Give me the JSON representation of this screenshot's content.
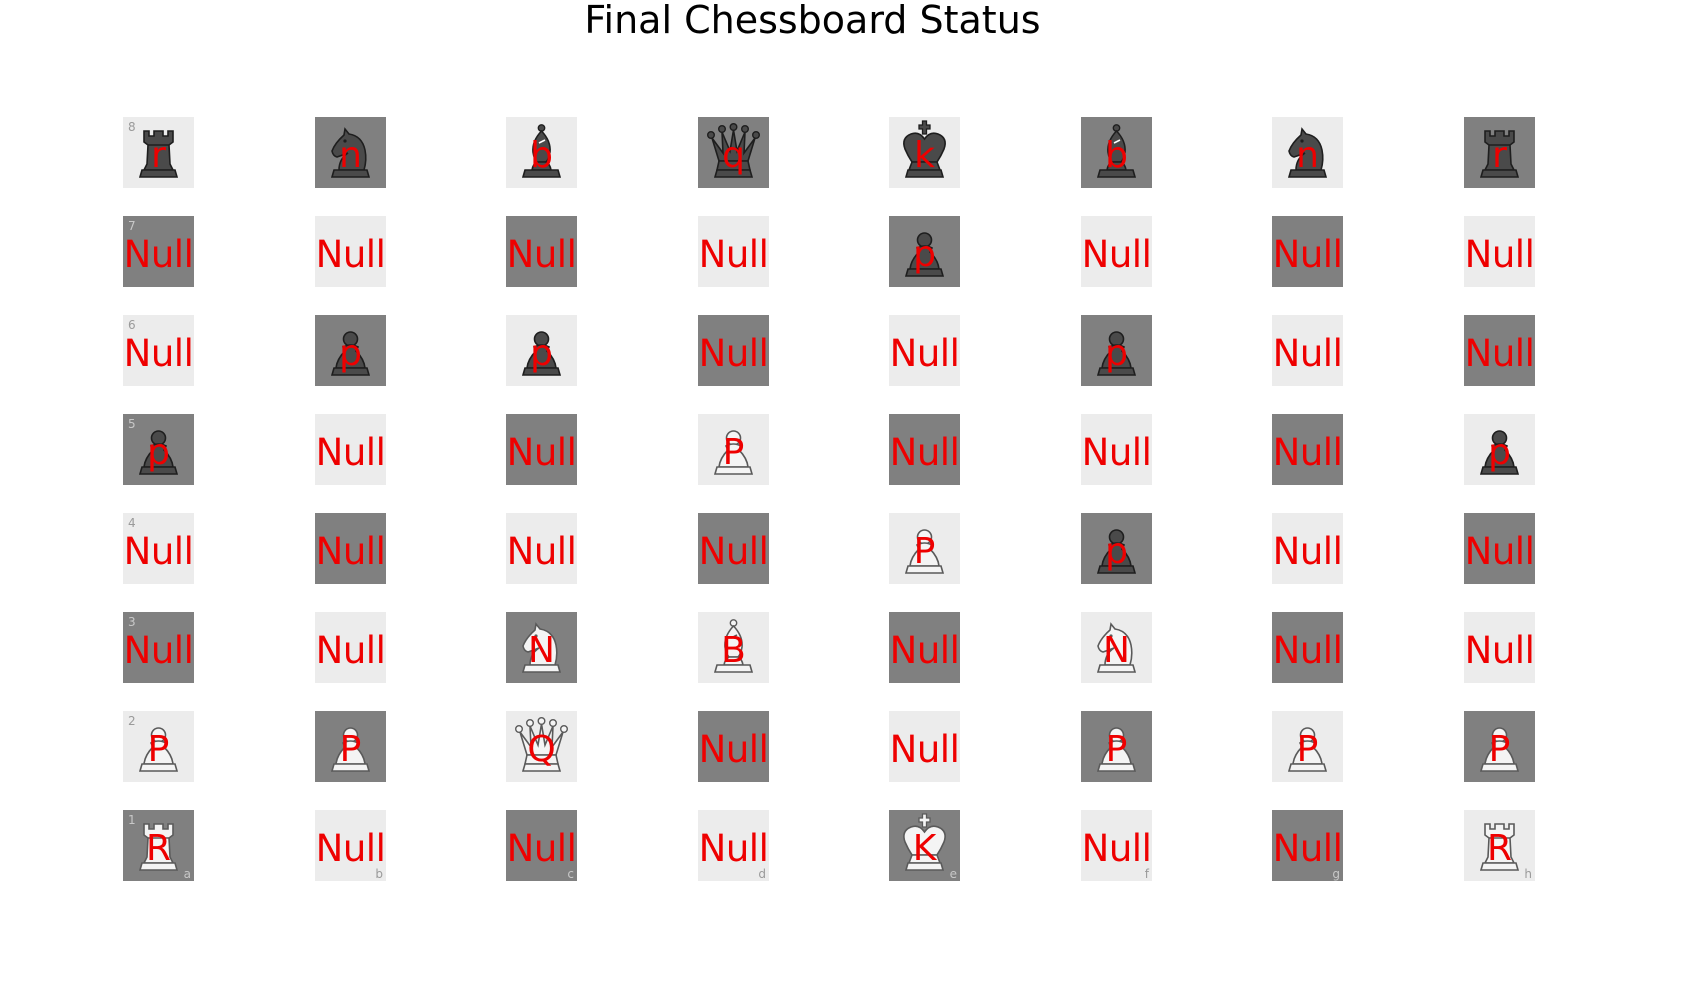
{
  "title": "Final Chessboard Status",
  "colors": {
    "light_square": "#ececec",
    "dark_square": "#808080",
    "label": "#ee0000",
    "black_piece": "#4a4a4a",
    "white_piece": "#f4f4f4"
  },
  "files": [
    "a",
    "b",
    "c",
    "d",
    "e",
    "f",
    "g",
    "h"
  ],
  "ranks": [
    "8",
    "7",
    "6",
    "5",
    "4",
    "3",
    "2",
    "1"
  ],
  "board": [
    [
      "r",
      "n",
      "b",
      "q",
      "k",
      "b",
      "n",
      "r"
    ],
    [
      "Null",
      "Null",
      "Null",
      "Null",
      "p",
      "Null",
      "Null",
      "Null"
    ],
    [
      "Null",
      "p",
      "p",
      "Null",
      "Null",
      "p",
      "Null",
      "Null"
    ],
    [
      "p",
      "Null",
      "Null",
      "P",
      "Null",
      "Null",
      "Null",
      "p"
    ],
    [
      "Null",
      "Null",
      "Null",
      "Null",
      "P",
      "p",
      "Null",
      "Null"
    ],
    [
      "Null",
      "Null",
      "N",
      "B",
      "Null",
      "N",
      "Null",
      "Null"
    ],
    [
      "P",
      "P",
      "Q",
      "Null",
      "Null",
      "P",
      "P",
      "P"
    ],
    [
      "R",
      "Null",
      "Null",
      "Null",
      "K",
      "Null",
      "Null",
      "R"
    ]
  ],
  "square_colors": [
    [
      "light",
      "dark",
      "light",
      "dark",
      "light",
      "dark",
      "light",
      "dark"
    ],
    [
      "dark",
      "light",
      "dark",
      "light",
      "dark",
      "light",
      "dark",
      "light"
    ],
    [
      "light",
      "dark",
      "light",
      "dark",
      "light",
      "dark",
      "light",
      "dark"
    ],
    [
      "dark",
      "light",
      "dark",
      "light",
      "dark",
      "light",
      "dark",
      "light"
    ],
    [
      "light",
      "dark",
      "light",
      "dark",
      "light",
      "dark",
      "light",
      "dark"
    ],
    [
      "dark",
      "light",
      "dark",
      "light",
      "dark",
      "light",
      "dark",
      "light"
    ],
    [
      "light",
      "dark",
      "light",
      "dark",
      "light",
      "dark",
      "light",
      "dark"
    ],
    [
      "dark",
      "light",
      "dark",
      "light",
      "dark",
      "light",
      "dark",
      "light"
    ]
  ],
  "piece_names": {
    "r": "black-rook-icon",
    "n": "black-knight-icon",
    "b": "black-bishop-icon",
    "q": "black-queen-icon",
    "k": "black-king-icon",
    "p": "black-pawn-icon",
    "R": "white-rook-icon",
    "N": "white-knight-icon",
    "B": "white-bishop-icon",
    "Q": "white-queen-icon",
    "K": "white-king-icon",
    "P": "white-pawn-icon"
  }
}
